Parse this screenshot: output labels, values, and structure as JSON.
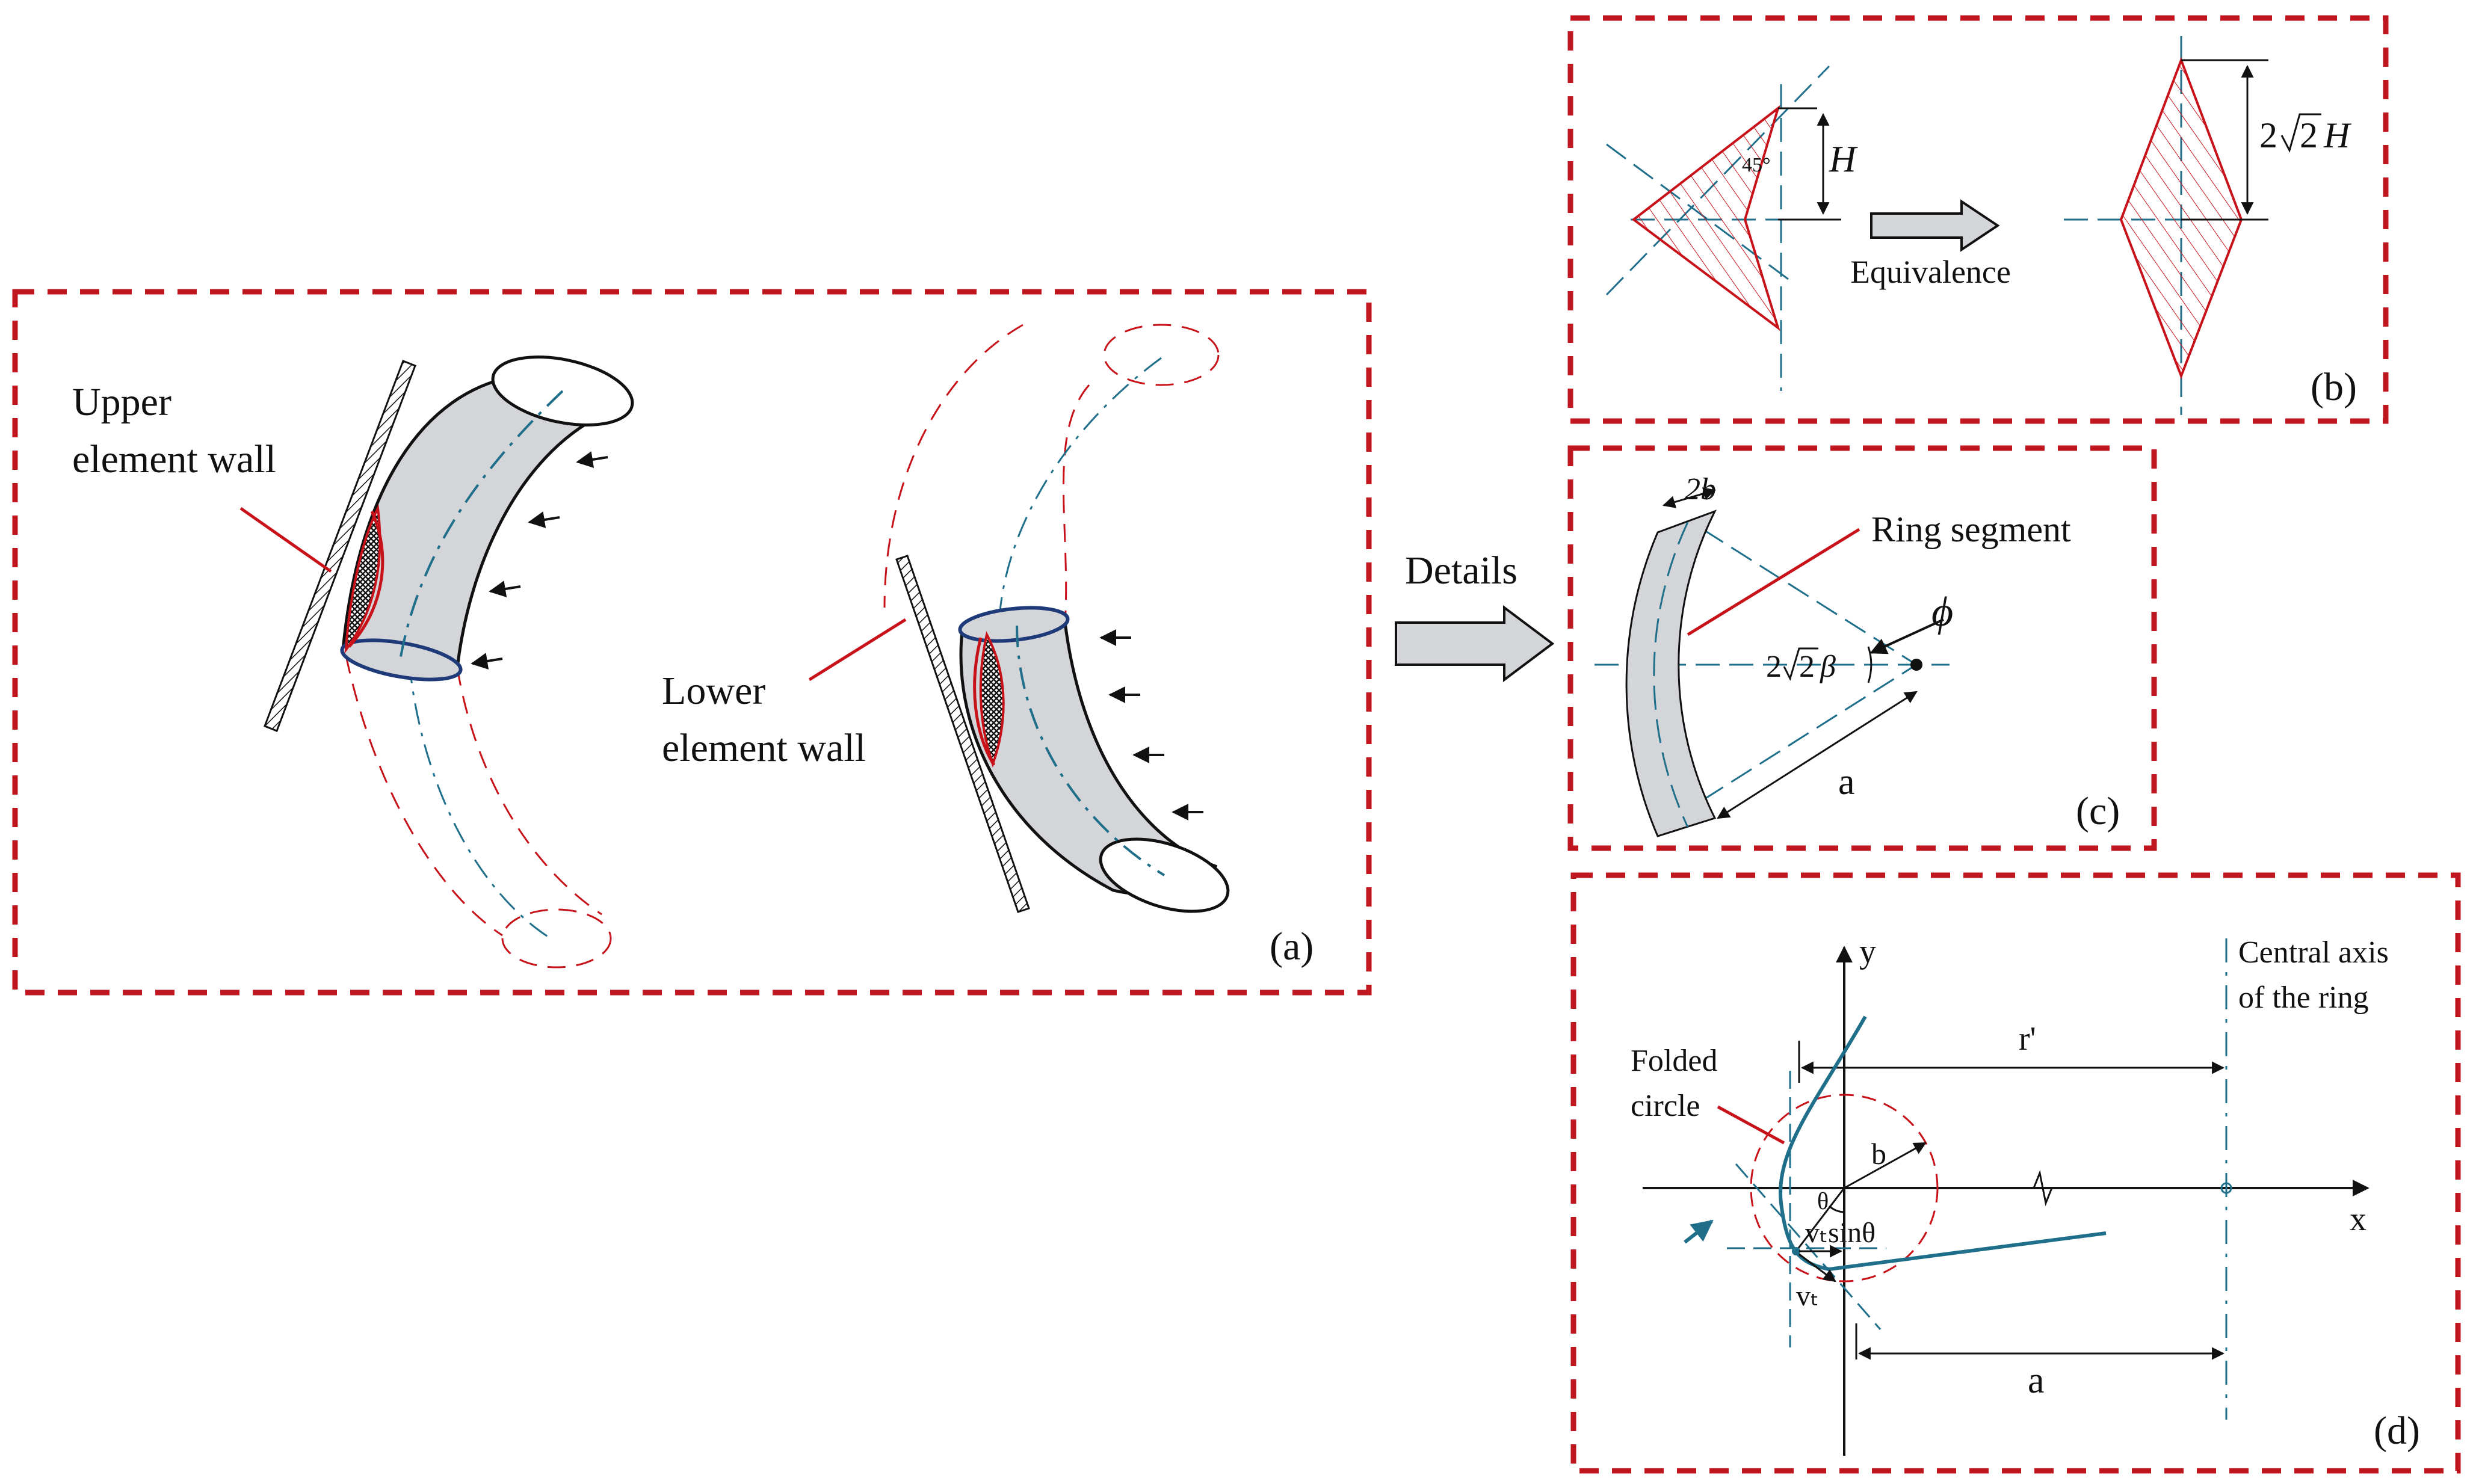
{
  "colors": {
    "frame": "#c0161f",
    "steel_blue": "#1f6f8b",
    "navy": "#1f3a78",
    "tube_fill": "#d3d5d8",
    "red_line": "#c8121a",
    "black": "#111111"
  },
  "panel_a": {
    "tag": "(a)",
    "upper_wall_label": [
      "Upper",
      "element wall"
    ],
    "lower_wall_label": [
      "Lower",
      "element wall"
    ]
  },
  "transition": {
    "label": "Details"
  },
  "panel_b": {
    "tag": "(b)",
    "angle_label": "45°",
    "h_label": "H",
    "arrow_label": "Equivalence",
    "height_label_prefix": "2",
    "height_label_root": "2",
    "height_label_suffix": "H"
  },
  "panel_c": {
    "tag": "(c)",
    "width_label": "2b",
    "ring_label": "Ring segment",
    "phi_label": "ϕ",
    "angle_label_prefix": "2",
    "angle_label_root": "2",
    "angle_label_suffix": "β",
    "radius_label": "a"
  },
  "panel_d": {
    "tag": "(d)",
    "y_axis": "y",
    "x_axis": "x",
    "central_axis_label": [
      "Central axis",
      "of the ring"
    ],
    "r_prime": "r'",
    "folded_label": [
      "Folded",
      "circle"
    ],
    "b_label": "b",
    "theta_label": "θ",
    "v_sin_label": "vₜsinθ",
    "v_label": "vₜ",
    "a_label": "a"
  }
}
